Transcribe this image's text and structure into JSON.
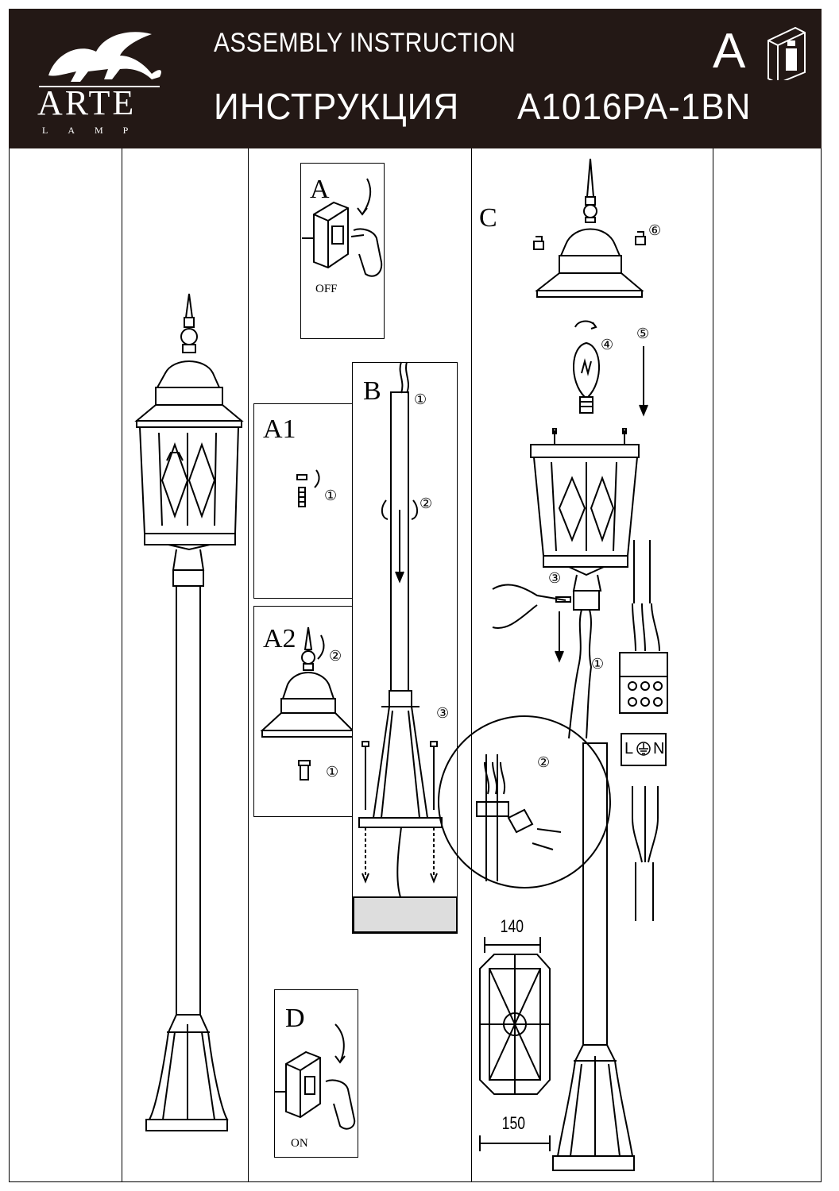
{
  "header": {
    "title_en": "ASSEMBLY  INSTRUCTION",
    "title_ru": "ИНСТРУКЦИЯ",
    "model": "A1016PA-1BN",
    "section_letter": "A",
    "brand_name": "ARTE",
    "brand_sub": "LAMP",
    "info_icon": "book-info-icon"
  },
  "steps": {
    "a": {
      "label": "A",
      "caption": "OFF"
    },
    "a1": {
      "label": "A1",
      "parts": [
        "①"
      ]
    },
    "a2": {
      "label": "A2",
      "parts": [
        "②",
        "①"
      ]
    },
    "b": {
      "label": "B",
      "parts": [
        "①",
        "②",
        "③"
      ]
    },
    "c": {
      "label": "C",
      "parts": [
        "⑥",
        "④",
        "⑤",
        "③",
        "①",
        "②"
      ]
    },
    "d": {
      "label": "D",
      "caption": "ON"
    }
  },
  "wiring": {
    "terminals": [
      "L",
      "N"
    ],
    "earth_icon": "earth-ground-icon"
  },
  "dimensions": {
    "top": "140",
    "bottom": "150"
  }
}
